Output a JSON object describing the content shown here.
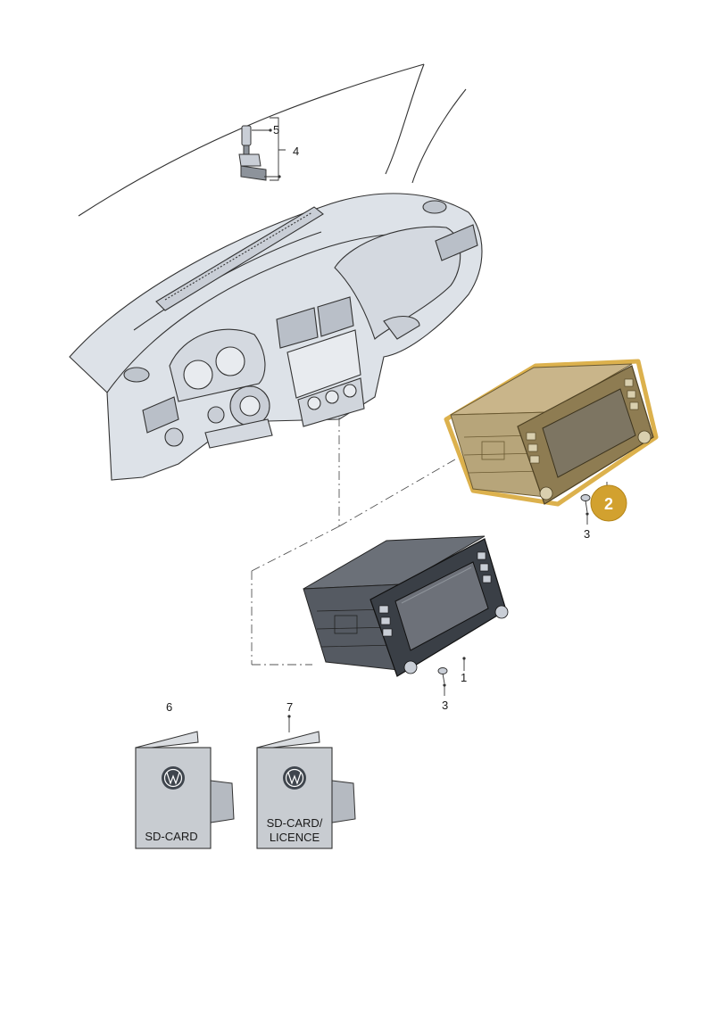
{
  "callouts": {
    "unit_label": "1",
    "selected_unit_label": "2",
    "screw_label": "3",
    "group_label": "4",
    "usb_label": "5",
    "sd_card_label": "6",
    "sd_licence_label": "7"
  },
  "cards": {
    "sd_card_text": "SD-CARD",
    "sd_licence_line1": "SD-CARD/",
    "sd_licence_line2": "LICENCE"
  },
  "colors": {
    "highlight": "#d8a93a",
    "badge": "#d2a12f",
    "line": "#333333",
    "dash_fill": "#dde2e8",
    "unit_dark": "#3a3f46",
    "card_fill": "#c8ccd1"
  },
  "icons": {
    "brand_logo": "vw-logo-icon"
  }
}
